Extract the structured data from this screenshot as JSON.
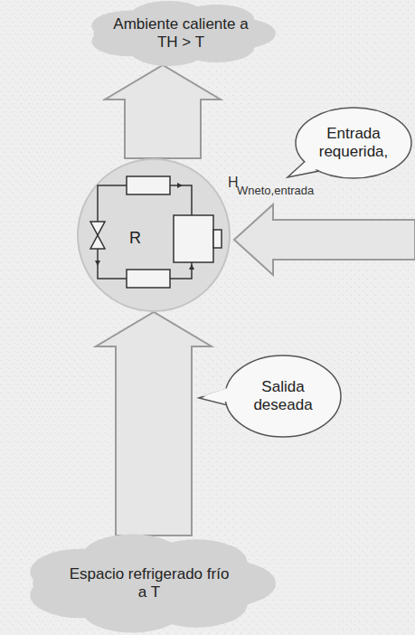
{
  "diagram": {
    "nodes": [
      {
        "text": [
          "Ambiente caliente a TH > T"
        ]
      },
      {
        "text": [
          "R"
        ]
      },
      {
        "text": [
          "Espacio refrigerado frío a T"
        ]
      },
      {
        "text": [
          "Entrada requerida,"
        ]
      },
      {
        "text": [
          "Salida deseada"
        ]
      }
    ],
    "edges": [
      {
        "from": 1,
        "to": 0,
        "arrow": "to"
      },
      {
        "from": 2,
        "to": 1,
        "arrow": "to"
      }
    ],
    "labels": [
      "H",
      "Wneto,entrada"
    ]
  }
}
